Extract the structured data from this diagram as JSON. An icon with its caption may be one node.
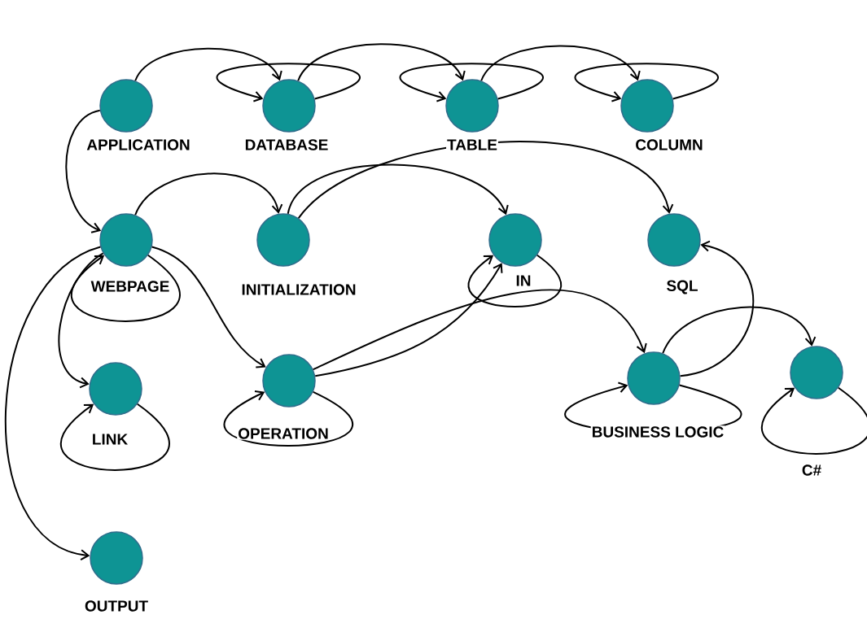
{
  "diagram": {
    "nodes": [
      {
        "text": [
          "APPLICATION"
        ]
      },
      {
        "text": [
          "DATABASE"
        ]
      },
      {
        "text": [
          "TABLE"
        ]
      },
      {
        "text": [
          "COLUMN"
        ]
      },
      {
        "text": [
          "WEBPAGE"
        ]
      },
      {
        "text": [
          "INITIALIZATION"
        ]
      },
      {
        "text": [
          "IN"
        ]
      },
      {
        "text": [
          "SQL"
        ]
      },
      {
        "text": [
          "LINK"
        ]
      },
      {
        "text": [
          "OPERATION"
        ]
      },
      {
        "text": [
          "BUSINESS LOGIC"
        ]
      },
      {
        "text": [
          "C#"
        ]
      },
      {
        "text": [
          "OUTPUT"
        ]
      }
    ],
    "edges": [
      {
        "from": 0,
        "to": 1,
        "arrow": "to"
      },
      {
        "from": 1,
        "to": 1,
        "arrow": "to"
      },
      {
        "from": 1,
        "to": 2,
        "arrow": "to"
      },
      {
        "from": 2,
        "to": 2,
        "arrow": "to"
      },
      {
        "from": 2,
        "to": 3,
        "arrow": "to"
      },
      {
        "from": 3,
        "to": 3,
        "arrow": "to"
      },
      {
        "from": 0,
        "to": 4,
        "arrow": "to"
      },
      {
        "from": 4,
        "to": 5,
        "arrow": "to"
      },
      {
        "from": 5,
        "to": 6,
        "arrow": "to"
      },
      {
        "from": 5,
        "to": 7,
        "arrow": "to"
      },
      {
        "from": 4,
        "to": 4,
        "arrow": "to"
      },
      {
        "from": 4,
        "to": 8,
        "arrow": "to"
      },
      {
        "from": 8,
        "to": 8,
        "arrow": "to"
      },
      {
        "from": 4,
        "to": 12,
        "arrow": "to"
      },
      {
        "from": 4,
        "to": 9,
        "arrow": "to"
      },
      {
        "from": 9,
        "to": 9,
        "arrow": "to"
      },
      {
        "from": 9,
        "to": 6,
        "arrow": "to"
      },
      {
        "from": 9,
        "to": 10,
        "arrow": "to"
      },
      {
        "from": 10,
        "to": 10,
        "arrow": "to"
      },
      {
        "from": 10,
        "to": 7,
        "arrow": "to"
      },
      {
        "from": 10,
        "to": 11,
        "arrow": "to"
      },
      {
        "from": 11,
        "to": 11,
        "arrow": "to"
      },
      {
        "from": 6,
        "to": 6,
        "arrow": "to"
      }
    ]
  }
}
